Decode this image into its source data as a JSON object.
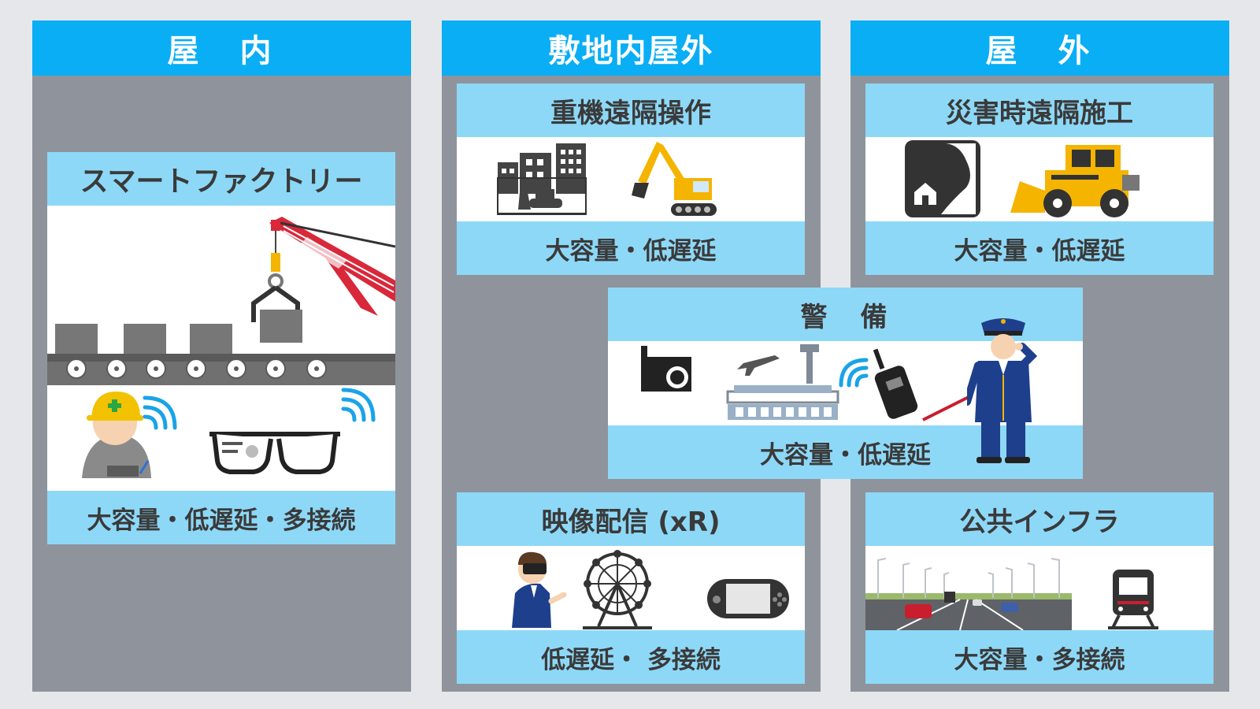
{
  "columns": {
    "indoor": "屋　内",
    "premises": "敷地内屋外",
    "outdoor": "屋　外"
  },
  "cards": {
    "smart_factory": {
      "title": "スマートファクトリー",
      "footer": "大容量・低遅延・多接続"
    },
    "heavy_machinery": {
      "title": "重機遠隔操作",
      "footer": "大容量・低遅延"
    },
    "disaster": {
      "title": "災害時遠隔施工",
      "footer": "大容量・低遅延"
    },
    "security": {
      "title": "警　備",
      "footer": "大容量・低遅延"
    },
    "video_xr": {
      "title": "映像配信 (xR)",
      "footer": "低遅延・ 多接続"
    },
    "infrastructure": {
      "title": "公共インフラ",
      "footer": "大容量・多接続"
    }
  },
  "colors": {
    "header_blue": "#0aaef5",
    "card_blue": "#8ed8f7",
    "column_gray": "#8f949c",
    "page_bg": "#e6e7ea",
    "crane_red": "#d8283a",
    "excavator_yellow": "#f4b400"
  },
  "icons": [
    "conveyor-belt-icon",
    "crane-icon",
    "worker-helmet-icon",
    "wifi-icon",
    "smart-glasses-icon",
    "buildings-icon",
    "bulldozer-icon",
    "excavator-icon",
    "landslide-icon",
    "wheel-loader-icon",
    "security-camera-icon",
    "airport-icon",
    "walkie-talkie-icon",
    "guard-icon",
    "vr-person-icon",
    "ferris-wheel-icon",
    "game-console-icon",
    "highway-icon",
    "train-icon"
  ]
}
